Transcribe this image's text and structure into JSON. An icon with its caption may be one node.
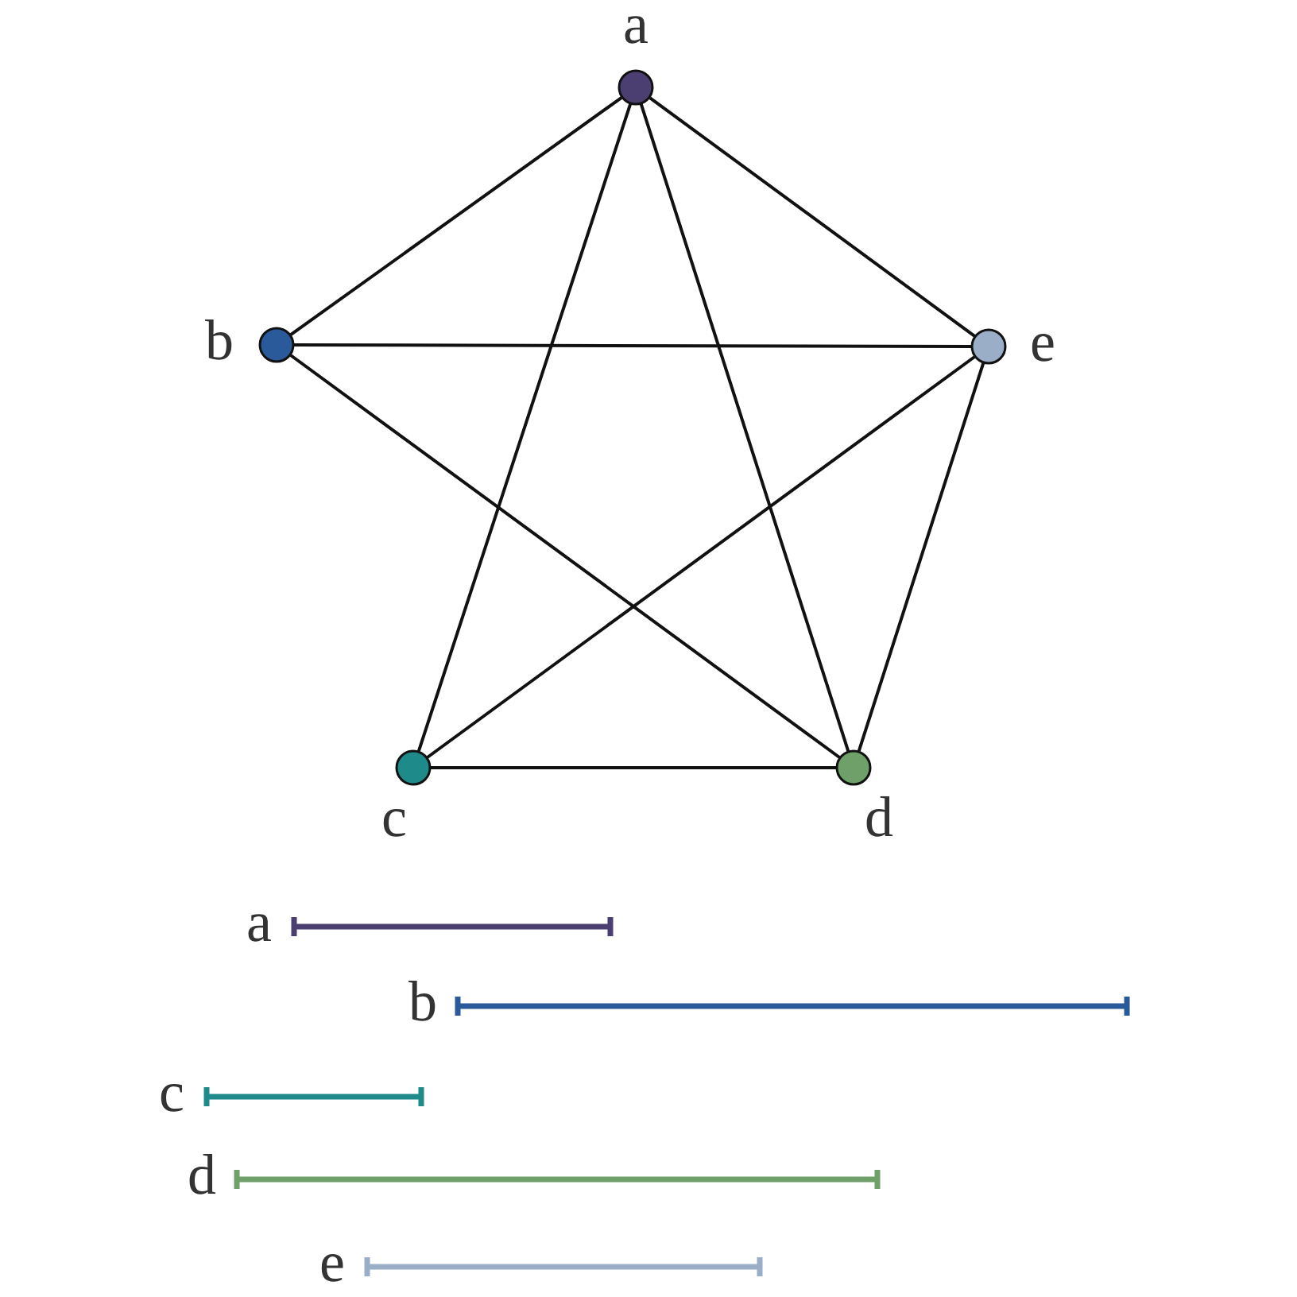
{
  "diagram": {
    "nodes": [
      {
        "text": [
          "a"
        ]
      },
      {
        "text": [
          "b"
        ]
      },
      {
        "text": [
          "c"
        ]
      },
      {
        "text": [
          "d"
        ]
      },
      {
        "text": [
          "e"
        ]
      },
      {
        "text": [
          "a"
        ]
      },
      {
        "text": [
          "b"
        ]
      },
      {
        "text": [
          "c"
        ]
      },
      {
        "text": [
          "d"
        ]
      },
      {
        "text": [
          "e"
        ]
      }
    ],
    "edges": [
      {
        "from": 0,
        "to": 1,
        "arrow": "none"
      },
      {
        "from": 0,
        "to": 2,
        "arrow": "none"
      },
      {
        "from": 0,
        "to": 3,
        "arrow": "none"
      },
      {
        "from": 0,
        "to": 4,
        "arrow": "none"
      },
      {
        "from": 1,
        "to": 4,
        "arrow": "none"
      },
      {
        "from": 1,
        "to": 3,
        "arrow": "none"
      },
      {
        "from": 2,
        "to": 4,
        "arrow": "none"
      },
      {
        "from": 2,
        "to": 3,
        "arrow": "none"
      },
      {
        "from": 3,
        "to": 4,
        "arrow": "none"
      }
    ]
  }
}
